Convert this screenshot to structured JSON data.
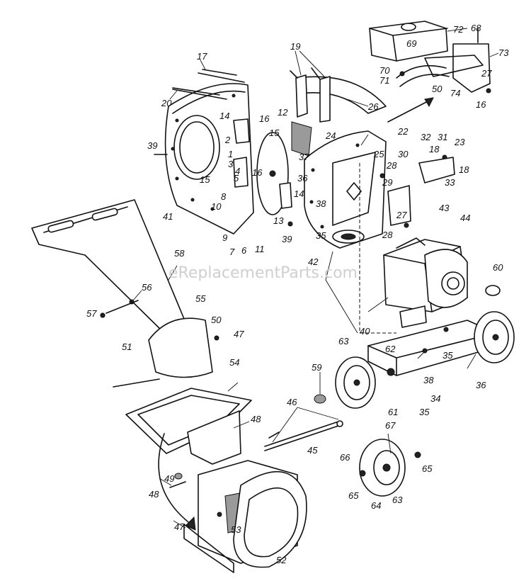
{
  "watermark": "eReplacementParts.com",
  "callouts": [
    {
      "id": "c17",
      "text": "17"
    },
    {
      "id": "c20",
      "text": "20"
    },
    {
      "id": "c19",
      "text": "19"
    },
    {
      "id": "c26",
      "text": "26"
    },
    {
      "id": "c14a",
      "text": "14"
    },
    {
      "id": "c16a",
      "text": "16"
    },
    {
      "id": "c12",
      "text": "12"
    },
    {
      "id": "c2",
      "text": "2"
    },
    {
      "id": "c15a",
      "text": "15"
    },
    {
      "id": "c24",
      "text": "24"
    },
    {
      "id": "c39a",
      "text": "39"
    },
    {
      "id": "c1",
      "text": "1"
    },
    {
      "id": "c3",
      "text": "3"
    },
    {
      "id": "c4",
      "text": "4"
    },
    {
      "id": "c5",
      "text": "5"
    },
    {
      "id": "c15b",
      "text": "15"
    },
    {
      "id": "c16b",
      "text": "16"
    },
    {
      "id": "c37",
      "text": "37"
    },
    {
      "id": "c36a",
      "text": "36"
    },
    {
      "id": "c25",
      "text": "25"
    },
    {
      "id": "c8",
      "text": "8"
    },
    {
      "id": "c10",
      "text": "10"
    },
    {
      "id": "c41",
      "text": "41"
    },
    {
      "id": "c9",
      "text": "9"
    },
    {
      "id": "c7",
      "text": "7"
    },
    {
      "id": "c6",
      "text": "6"
    },
    {
      "id": "c11",
      "text": "11"
    },
    {
      "id": "c13",
      "text": "13"
    },
    {
      "id": "c14b",
      "text": "14"
    },
    {
      "id": "c38a",
      "text": "38"
    },
    {
      "id": "c35a",
      "text": "35"
    },
    {
      "id": "c39b",
      "text": "39"
    },
    {
      "id": "c42",
      "text": "42"
    },
    {
      "id": "c72",
      "text": "72"
    },
    {
      "id": "c68",
      "text": "68"
    },
    {
      "id": "c73",
      "text": "73"
    },
    {
      "id": "c69",
      "text": "69"
    },
    {
      "id": "c70",
      "text": "70"
    },
    {
      "id": "c71",
      "text": "71"
    },
    {
      "id": "c27a",
      "text": "27"
    },
    {
      "id": "c50a",
      "text": "50"
    },
    {
      "id": "c74",
      "text": "74"
    },
    {
      "id": "c16c",
      "text": "16"
    },
    {
      "id": "c22",
      "text": "22"
    },
    {
      "id": "c30",
      "text": "30"
    },
    {
      "id": "c32",
      "text": "32"
    },
    {
      "id": "c31",
      "text": "31"
    },
    {
      "id": "c23",
      "text": "23"
    },
    {
      "id": "c18a",
      "text": "18"
    },
    {
      "id": "c18b",
      "text": "18"
    },
    {
      "id": "c28a",
      "text": "28"
    },
    {
      "id": "c29",
      "text": "29"
    },
    {
      "id": "c33",
      "text": "33"
    },
    {
      "id": "c27b",
      "text": "27"
    },
    {
      "id": "c28b",
      "text": "28"
    },
    {
      "id": "c43",
      "text": "43"
    },
    {
      "id": "c44",
      "text": "44"
    },
    {
      "id": "c60",
      "text": "60"
    },
    {
      "id": "c58",
      "text": "58"
    },
    {
      "id": "c56",
      "text": "56"
    },
    {
      "id": "c55",
      "text": "55"
    },
    {
      "id": "c57",
      "text": "57"
    },
    {
      "id": "c50b",
      "text": "50"
    },
    {
      "id": "c47a",
      "text": "47"
    },
    {
      "id": "c40",
      "text": "40"
    },
    {
      "id": "c63a",
      "text": "63"
    },
    {
      "id": "c62",
      "text": "62"
    },
    {
      "id": "c35b",
      "text": "35"
    },
    {
      "id": "c36b",
      "text": "36"
    },
    {
      "id": "c51",
      "text": "51"
    },
    {
      "id": "c54",
      "text": "54"
    },
    {
      "id": "c59",
      "text": "59"
    },
    {
      "id": "c38b",
      "text": "38"
    },
    {
      "id": "c34",
      "text": "34"
    },
    {
      "id": "c61",
      "text": "61"
    },
    {
      "id": "c35c",
      "text": "35"
    },
    {
      "id": "c46",
      "text": "46"
    },
    {
      "id": "c48a",
      "text": "48"
    },
    {
      "id": "c45",
      "text": "45"
    },
    {
      "id": "c67",
      "text": "67"
    },
    {
      "id": "c66",
      "text": "66"
    },
    {
      "id": "c65a",
      "text": "65"
    },
    {
      "id": "c65b",
      "text": "65"
    },
    {
      "id": "c64",
      "text": "64"
    },
    {
      "id": "c63b",
      "text": "63"
    },
    {
      "id": "c48b",
      "text": "48"
    },
    {
      "id": "c49",
      "text": "49"
    },
    {
      "id": "c47b",
      "text": "47"
    },
    {
      "id": "c53",
      "text": "53"
    },
    {
      "id": "c52",
      "text": "52"
    }
  ]
}
